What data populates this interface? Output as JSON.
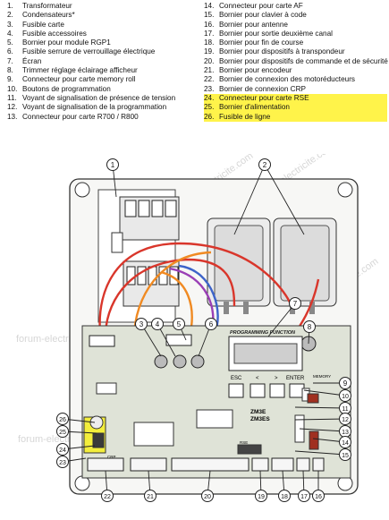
{
  "legend": {
    "left": [
      {
        "n": "1.",
        "label": "Transformateur"
      },
      {
        "n": "2.",
        "label": "Condensateurs*"
      },
      {
        "n": "3.",
        "label": "Fusible carte"
      },
      {
        "n": "4.",
        "label": "Fusible accessoires"
      },
      {
        "n": "5.",
        "label": "Bornier pour module RGP1"
      },
      {
        "n": "6.",
        "label": "Fusible serrure de verrouillage électrique"
      },
      {
        "n": "7.",
        "label": "Écran"
      },
      {
        "n": "8.",
        "label": "Trimmer réglage éclairage afficheur"
      },
      {
        "n": "9.",
        "label": "Connecteur pour carte memory roll"
      },
      {
        "n": "10.",
        "label": "Boutons de programmation"
      },
      {
        "n": "11.",
        "label": "Voyant de signalisation de présence de tension"
      },
      {
        "n": "12.",
        "label": "Voyant de signalisation de la programmation"
      },
      {
        "n": "13.",
        "label": "Connecteur pour carte R700 / R800"
      }
    ],
    "right": [
      {
        "n": "14.",
        "label": "Connecteur pour carte AF"
      },
      {
        "n": "15.",
        "label": "Bornier pour clavier à code"
      },
      {
        "n": "16.",
        "label": "Bornier pour antenne"
      },
      {
        "n": "17.",
        "label": "Bornier pour sortie deuxième canal"
      },
      {
        "n": "18.",
        "label": "Bornier pour fin de course"
      },
      {
        "n": "19.",
        "label": "Bornier pour dispositifs à transpondeur"
      },
      {
        "n": "20.",
        "label": "Bornier pour dispositifs de commande et de sécurité"
      },
      {
        "n": "21.",
        "label": "Bornier pour encodeur"
      },
      {
        "n": "22.",
        "label": "Bornier de connexion des motoréducteurs"
      },
      {
        "n": "23.",
        "label": "Bornier de connexion CRP"
      },
      {
        "n": "24.",
        "label": "Connecteur pour carte RSE"
      },
      {
        "n": "25.",
        "label": "Bornier d'alimentation"
      },
      {
        "n": "26.",
        "label": "Fusible de ligne"
      }
    ]
  },
  "diagram": {
    "watermark": "forum-electricite.com",
    "board_labels": {
      "programming": "PROGRAMMING FUNCTION",
      "esc": "ESC",
      "lt": "<",
      "gt": ">",
      "enter": "ENTER",
      "model1": "ZM3E",
      "model2": "ZM3ES",
      "memory": "MEMORY",
      "rse": "RSE",
      "crp": "CRP"
    },
    "callouts": [
      "1",
      "2",
      "3",
      "4",
      "5",
      "6",
      "7",
      "8",
      "9",
      "10",
      "11",
      "12",
      "13",
      "14",
      "15",
      "16",
      "17",
      "18",
      "19",
      "20",
      "21",
      "22",
      "23",
      "24",
      "25",
      "26"
    ],
    "colors": {
      "highlight": "#fff34a",
      "highlight_zone": "#f3ee3c",
      "board": "#dfe3d7",
      "wire_red": "#d9362b",
      "wire_orange": "#f08a22",
      "wire_blue": "#3d63c9",
      "wire_purple": "#9a3fb5"
    }
  }
}
